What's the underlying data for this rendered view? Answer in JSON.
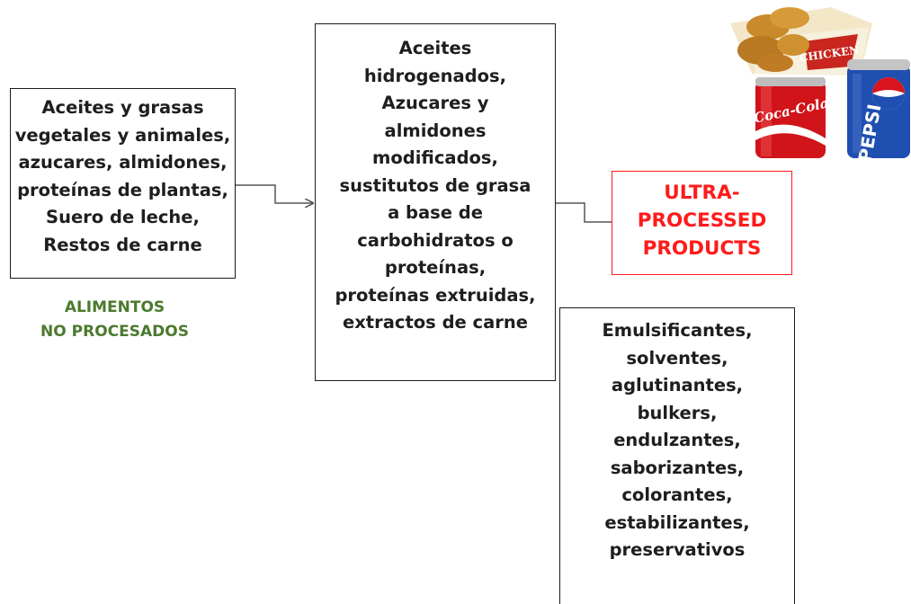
{
  "raw_box": {
    "lines": [
      "Aceites y grasas",
      "vegetales y animales,",
      "azucares, almidones,",
      "proteínas de plantas,",
      "Suero de leche,",
      "Restos de carne"
    ]
  },
  "raw_caption": {
    "lines": [
      "ALIMENTOS",
      "NO PROCESADOS"
    ]
  },
  "middle_box": {
    "lines": [
      "Aceites",
      "hidrogenados,",
      "Azucares y",
      "almidones",
      "modificados,",
      "sustitutos de grasa",
      "a base de",
      "carbohidratos o",
      "proteínas,",
      "proteínas extruidas,",
      "extractos de carne"
    ]
  },
  "ultra_box": {
    "lines": [
      "ULTRA-",
      "PROCESSED",
      "PRODUCTS"
    ]
  },
  "additives_box": {
    "lines": [
      "Emulsificantes,",
      "solventes,",
      "aglutinantes,",
      "bulkers,",
      "endulzantes,",
      "saborizantes,",
      "colorantes,",
      "estabilizantes,",
      "preservativos"
    ]
  },
  "product_images": {
    "chicken_box_label": "CHICKEN",
    "cola_label": "Coca-Cola",
    "pepsi_label": "PEPSI"
  },
  "colors": {
    "ultra_text": "#ff1a1a",
    "ultra_border": "#ff1a1a",
    "caption_text": "#4a7a2e",
    "connector": "#555555"
  }
}
